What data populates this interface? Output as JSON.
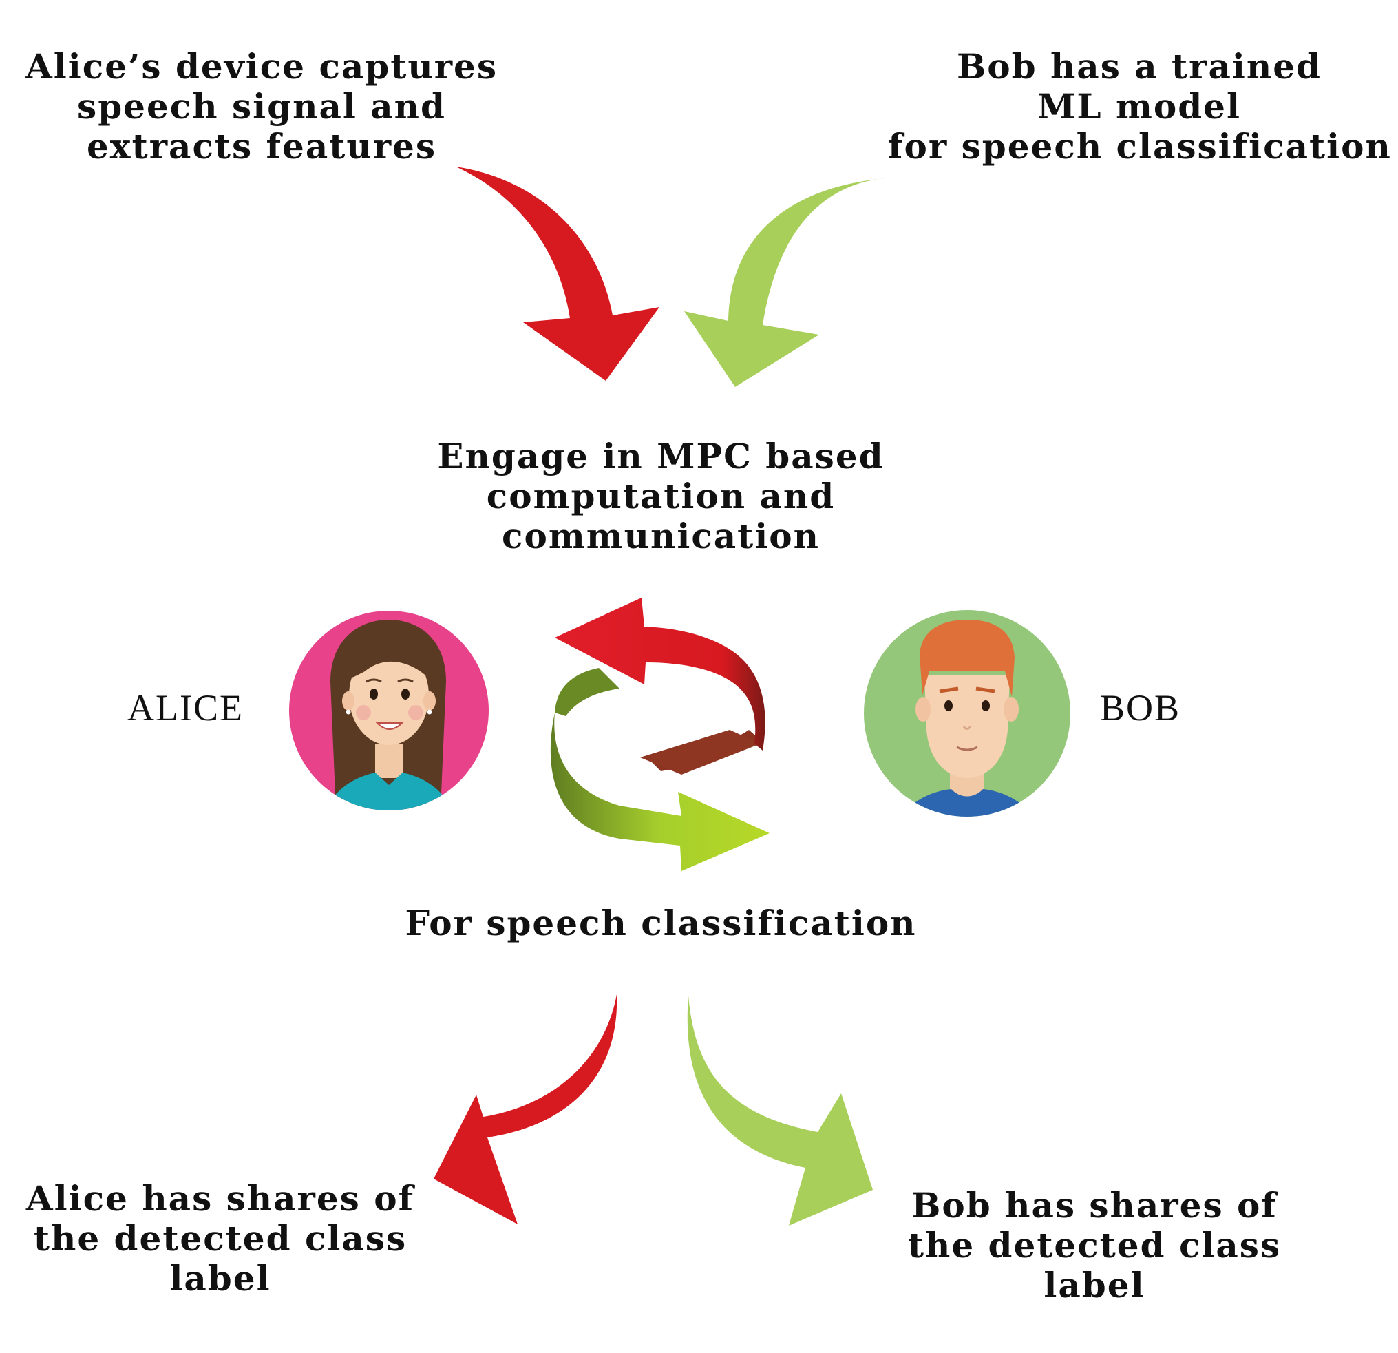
{
  "top_left_caption": [
    "Alice’s device captures",
    "speech signal and",
    "extracts features"
  ],
  "top_right_caption": [
    "Bob has a trained",
    "ML model",
    "for speech classification"
  ],
  "middle_caption": [
    "Engage in MPC based",
    "computation and",
    "communication"
  ],
  "bottom_caption": "For speech classification",
  "bottom_left_caption": [
    "Alice has shares of",
    "the detected class",
    "label"
  ],
  "bottom_right_caption": [
    "Bob has shares of",
    "the detected class",
    "label"
  ],
  "alice_label": "ALICE",
  "bob_label": "BOB",
  "colors": {
    "red_arrow": "#d71920",
    "green_arrow": "#a8cf5a",
    "alice_circle": "#e8428a",
    "bob_circle": "#95c77a"
  }
}
